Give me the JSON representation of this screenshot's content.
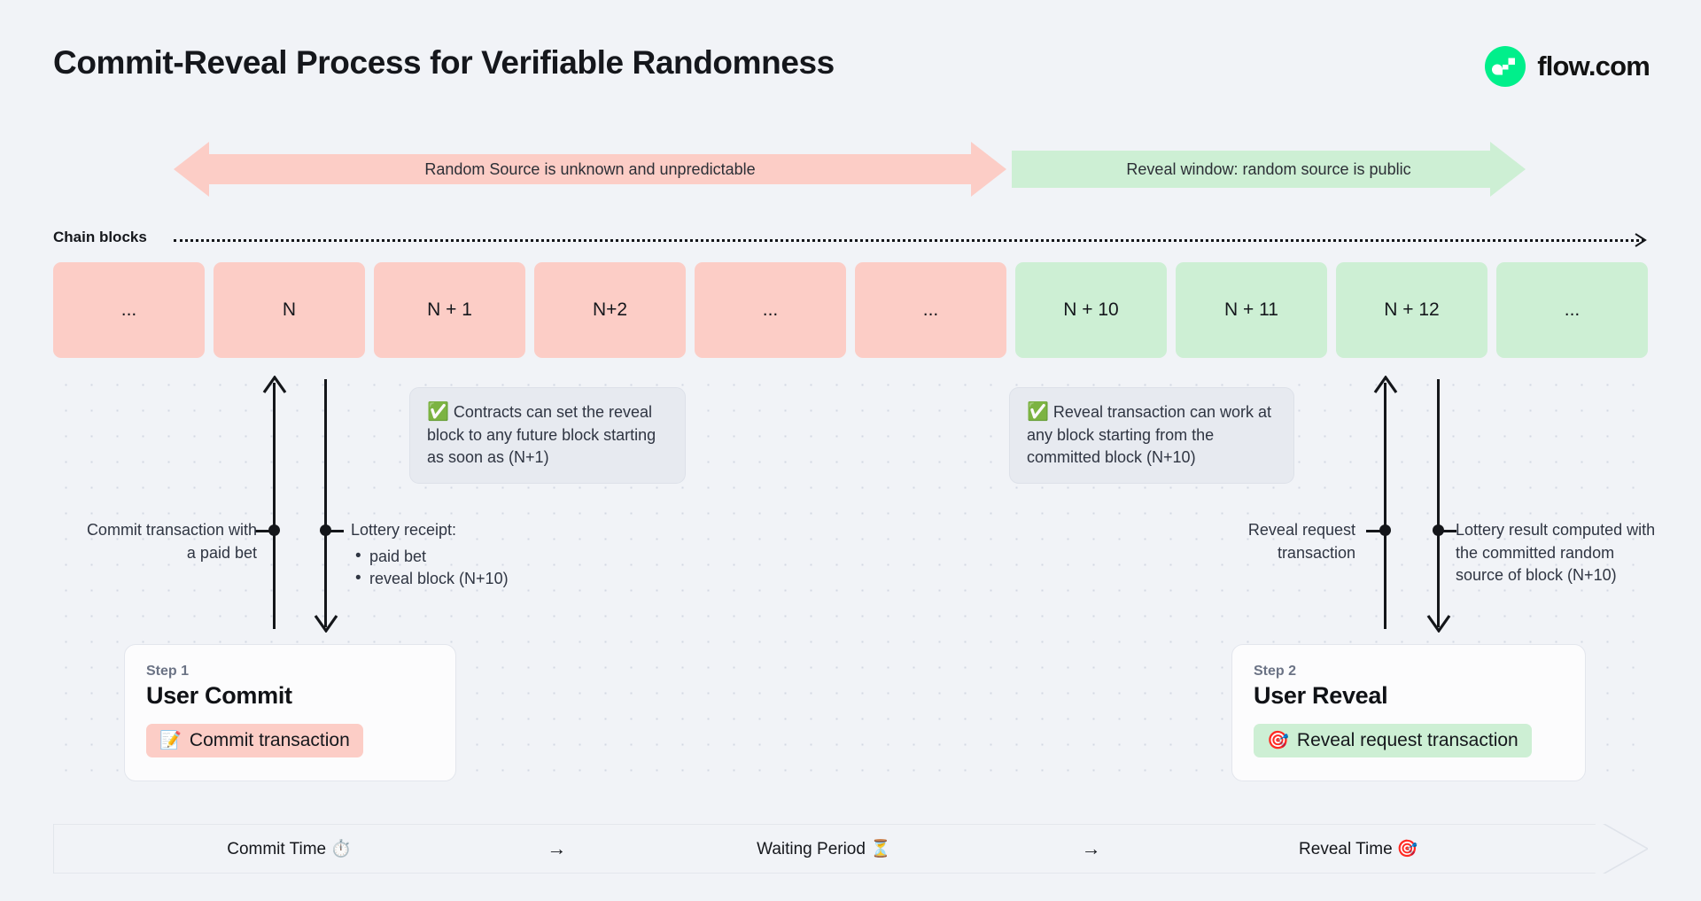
{
  "header": {
    "title": "Commit-Reveal Process for Verifiable Randomness",
    "logo_text": "flow.com",
    "logo_color": "#00ef8b"
  },
  "banners": [
    {
      "name": "unknown-phase",
      "label": "Random Source is unknown and unpredictable",
      "color": "#fccdc6",
      "direction": "double"
    },
    {
      "name": "reveal-phase",
      "label": "Reveal window: random source is public",
      "color": "#cdefd4",
      "direction": "right"
    }
  ],
  "chain": {
    "label": "Chain blocks",
    "blocks": [
      {
        "label": "...",
        "state": "red"
      },
      {
        "label": "N",
        "state": "red"
      },
      {
        "label": "N + 1",
        "state": "red"
      },
      {
        "label": "N+2",
        "state": "red"
      },
      {
        "label": "...",
        "state": "red"
      },
      {
        "label": "...",
        "state": "red"
      },
      {
        "label": "N + 10",
        "state": "green"
      },
      {
        "label": "N + 11",
        "state": "green"
      },
      {
        "label": "N + 12",
        "state": "green"
      },
      {
        "label": "...",
        "state": "green"
      }
    ]
  },
  "callouts": [
    {
      "name": "commit-callout",
      "icon": "✅",
      "text": "Contracts can set the reveal block to any future block starting as soon as (N+1)"
    },
    {
      "name": "reveal-callout",
      "icon": "✅",
      "text": "Reveal transaction can work at any block starting from the committed block (N+10)"
    }
  ],
  "annotations": {
    "commit_tx": "Commit transaction with a paid bet",
    "receipt_title": "Lottery receipt:",
    "receipt_items": [
      "paid bet",
      "reveal block (N+10)"
    ],
    "reveal_request": "Reveal request transaction",
    "lottery_result": "Lottery result computed with the committed random source of block (N+10)"
  },
  "steps": [
    {
      "kicker": "Step 1",
      "title": "User Commit",
      "pill_icon": "📝",
      "pill_label": "Commit transaction",
      "pill_color": "#fccdc6"
    },
    {
      "kicker": "Step 2",
      "title": "User Reveal",
      "pill_icon": "🎯",
      "pill_label": "Reveal request transaction",
      "pill_color": "#cdefd4"
    }
  ],
  "timeline": {
    "phases": [
      {
        "label": "Commit Time ⏱️"
      },
      {
        "label": "Waiting Period ⏳"
      },
      {
        "label": "Reveal Time 🎯"
      }
    ],
    "separator": "→"
  }
}
